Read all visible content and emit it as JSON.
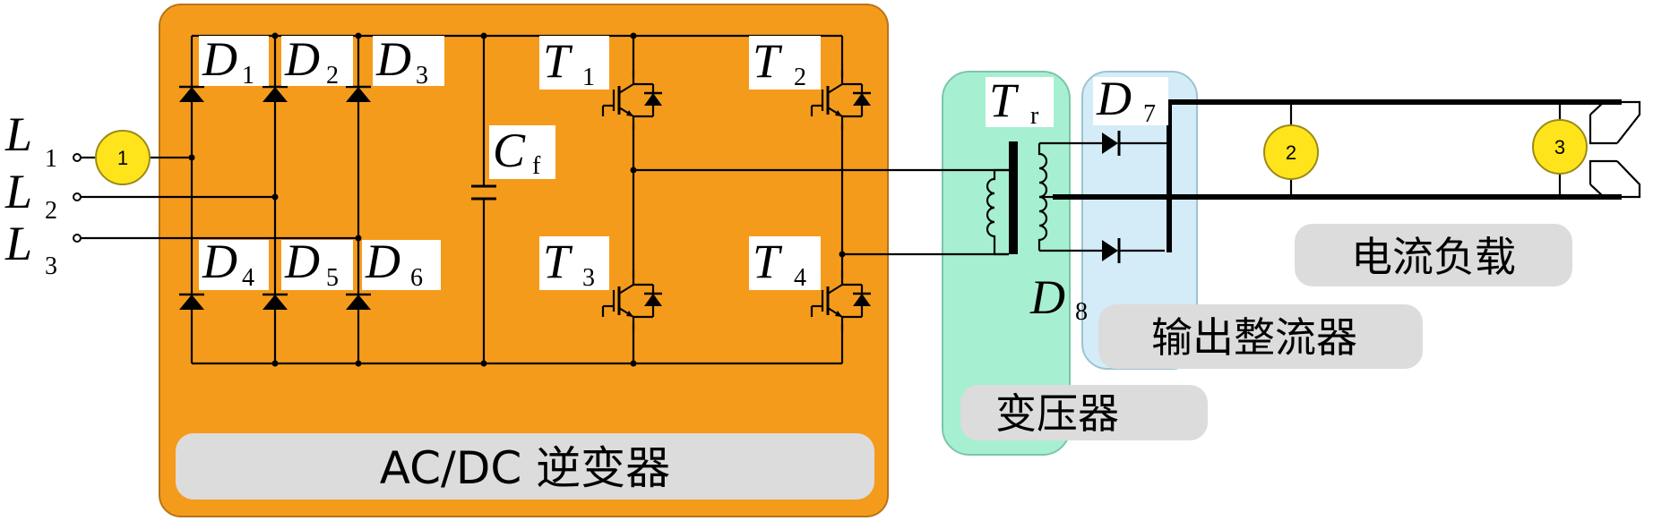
{
  "labels": {
    "D1": "D",
    "D1_sub": "1",
    "D2": "D",
    "D2_sub": "2",
    "D3": "D",
    "D3_sub": "3",
    "D4": "D",
    "D4_sub": "4",
    "D5": "D",
    "D5_sub": "5",
    "D6": "D",
    "D6_sub": "6",
    "D7": "D",
    "D7_sub": "7",
    "D8": "D",
    "D8_sub": "8",
    "T1": "T",
    "T1_sub": "1",
    "T2": "T",
    "T2_sub": "2",
    "T3": "T",
    "T3_sub": "3",
    "T4": "T",
    "T4_sub": "4",
    "Tr": "T",
    "Tr_sub": "r",
    "Cf": "C",
    "Cf_sub": "f",
    "L1": "L",
    "L1_sub": "1",
    "L2": "L",
    "L2_sub": "2",
    "L3": "L",
    "L3_sub": "3"
  },
  "meters": [
    "1",
    "2",
    "3"
  ],
  "captions": {
    "inverter": "AC/DC 逆变器",
    "transformer": "变压器",
    "rectifier": "输出整流器",
    "load": "电流负载"
  },
  "colors": {
    "inverter_block": "#F59B1C",
    "transformer_block": "#A7EFD1",
    "rectifier_block": "#D4ECF7",
    "caption_box": "#DCDCDC",
    "meter_fill": "#FFE41C"
  }
}
